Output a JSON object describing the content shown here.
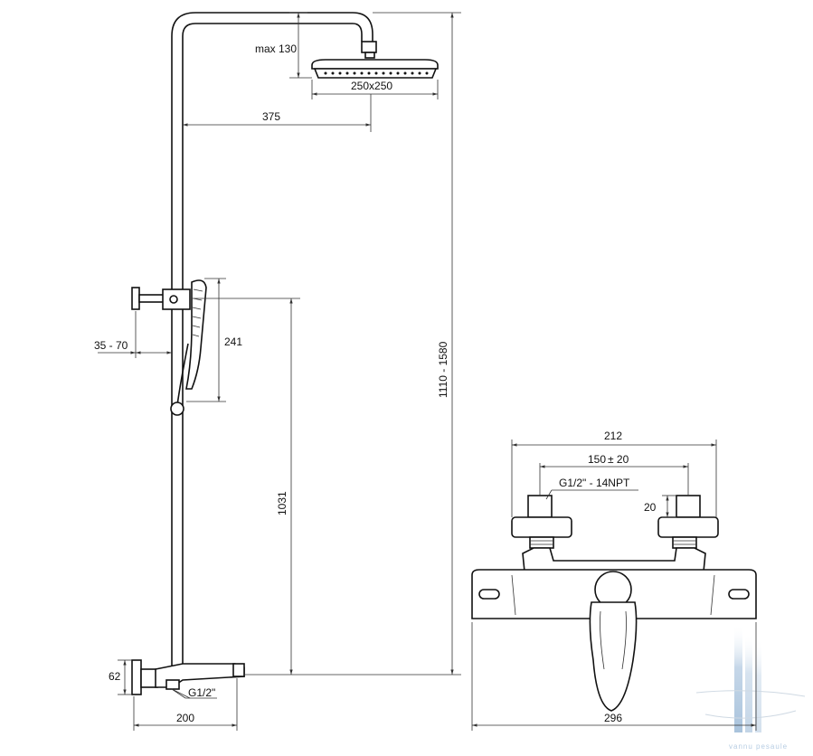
{
  "dimensions": {
    "max_head": "max 130",
    "head_size": "250x250",
    "arm_length": "375",
    "overall_height": "1110 - 1580",
    "hand_shower_travel": "241",
    "clamp_range": "35 - 70",
    "mixer_height": "1031",
    "mixer_depth": "62",
    "mixer_connection": "G1/2\"",
    "mixer_projection": "200",
    "mixer_width": "212",
    "inlet_spacing": "150",
    "inlet_spacing_tolerance": "± 20",
    "inlet_thread": "G1/2\" - 14NPT",
    "inlet_depth": "20",
    "body_width": "296"
  },
  "watermark": {
    "text": "vannu pesaule",
    "color": "#b7cde3"
  }
}
